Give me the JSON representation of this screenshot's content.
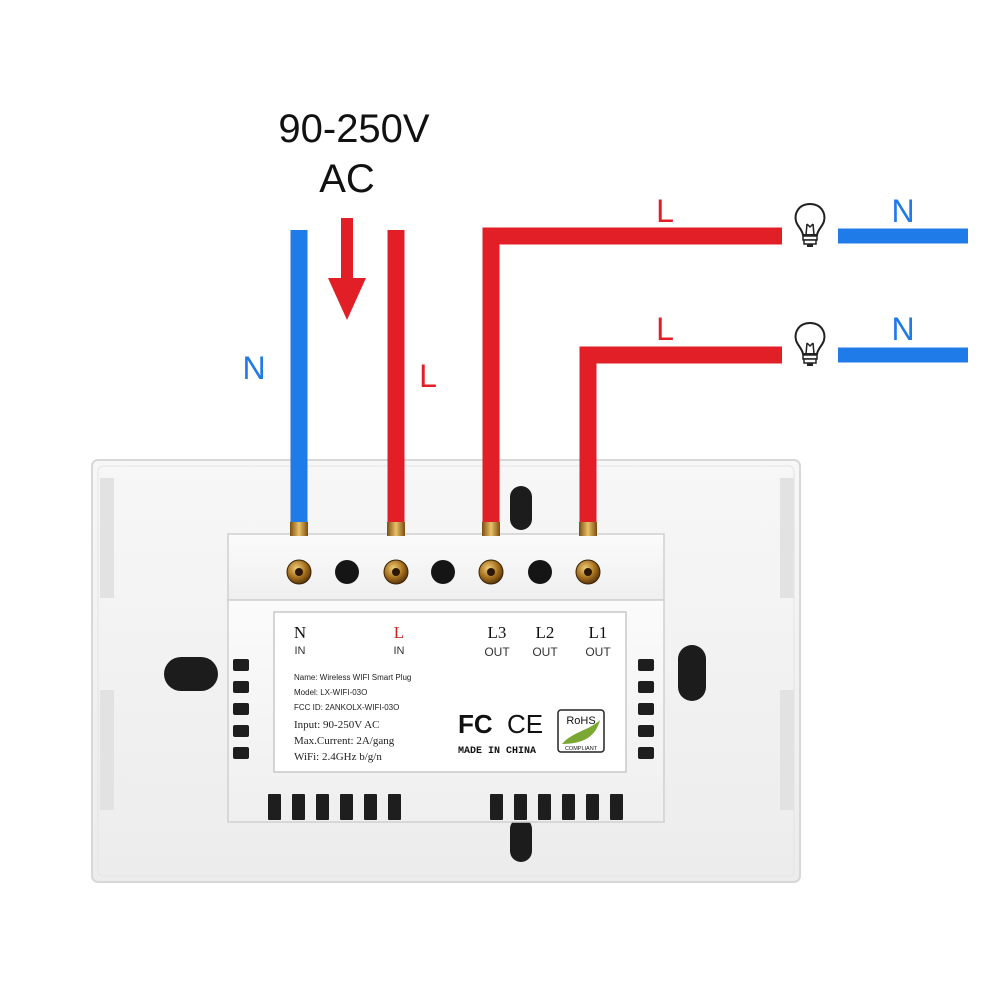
{
  "supply": {
    "voltage": "90-250V",
    "type": "AC"
  },
  "wire_labels": {
    "neutral_in": "N",
    "live_in": "L",
    "live_out_1": "L",
    "live_out_2": "L",
    "neutral_load_1": "N",
    "neutral_load_2": "N"
  },
  "terminals": {
    "n": {
      "name": "N",
      "dir": "IN"
    },
    "l": {
      "name": "L",
      "dir": "IN"
    },
    "l3": {
      "name": "L3",
      "dir": "OUT"
    },
    "l2": {
      "name": "L2",
      "dir": "OUT"
    },
    "l1": {
      "name": "L1",
      "dir": "OUT"
    }
  },
  "spec_label": {
    "name": "Name: Wireless WIFI Smart Plug",
    "model": "Model: LX-WIFI-03O",
    "fcc_id": "FCC ID: 2ANKOLX-WIFI-03O",
    "input": "Input: 90-250V AC",
    "max_current": "Max.Current: 2A/gang",
    "wifi": "WiFi: 2.4GHz b/g/n",
    "made_in": "MADE IN CHINA",
    "fc_mark": "FC",
    "ce_mark": "CE",
    "rohs": "RoHS",
    "rohs_sub": "COMPLIANT"
  },
  "colors": {
    "neutral_wire": "#1f7be8",
    "live_wire": "#e21f26",
    "wire_text_blue": "#1f7be8",
    "wire_text_red": "#e21f26",
    "arrow": "#e21f26"
  }
}
